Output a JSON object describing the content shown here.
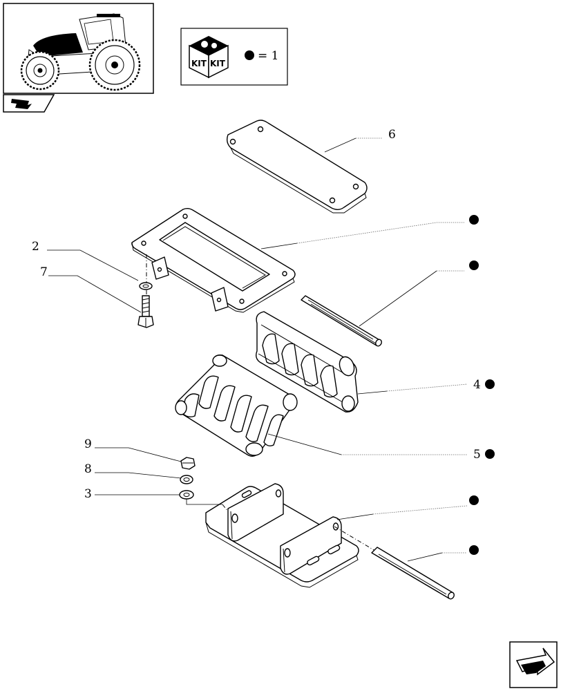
{
  "kit_legend": {
    "kit_text_left": "KIT",
    "kit_text_right": "KIT",
    "equals_text": "= 1"
  },
  "callouts": {
    "c6": "6",
    "c2": "2",
    "c7": "7",
    "c4": "4",
    "c5": "5",
    "c9": "9",
    "c8": "8",
    "c3": "3"
  },
  "icons": {
    "tractor": "tractor-thumbnail",
    "section": "section-tab-icon",
    "kit": "kit-box-icon",
    "next": "next-page-arrow-icon"
  }
}
